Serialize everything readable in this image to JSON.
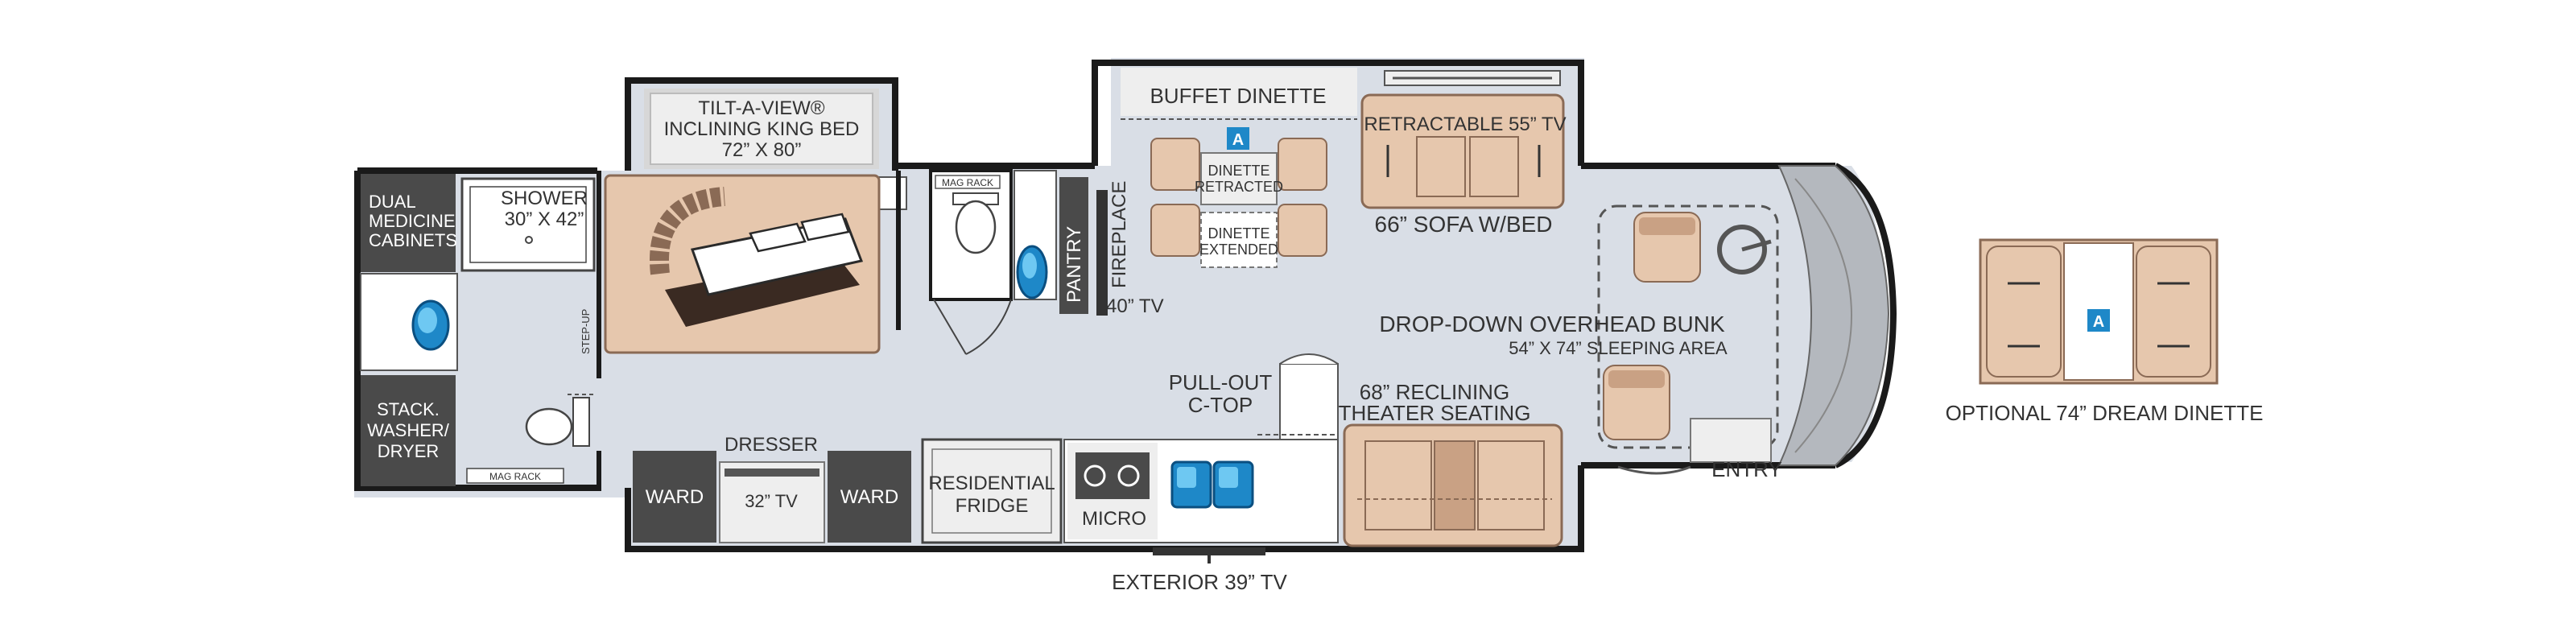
{
  "floorplan": {
    "colors": {
      "floor": "#d9dee6",
      "wall": "#1a1a1a",
      "cabinet": "#4a4a4a",
      "counter": "#eeeeee",
      "upholstery": "#e6c7ad",
      "upholstery_dark": "#c9a184",
      "accent_blue": "#1e88c8",
      "cab_gray": "#b4b8be"
    },
    "bath": {
      "medicine_cabinets": [
        "DUAL",
        "MEDICINE",
        "CABINETS"
      ],
      "shower": [
        "SHOWER",
        "30” X 42”"
      ],
      "washer": [
        "STACK.",
        "WASHER/",
        "DRYER"
      ],
      "mag_rack": "MAG RACK",
      "step_up": "STEP-UP"
    },
    "bedroom": {
      "bed": [
        "TILT-A-VIEW®",
        "INCLINING KING BED",
        "72” X 80”"
      ],
      "dresser": "DRESSER",
      "ward_left": "WARD",
      "ward_right": "WARD",
      "tv": "32” TV"
    },
    "half_bath": {
      "mag_rack": "MAG RACK",
      "pantry": "PANTRY"
    },
    "living": {
      "fireplace": "FIREPLACE",
      "tv40": "40” TV",
      "buffet_dinette": "BUFFET DINETTE",
      "badge": "A",
      "dinette_retracted": [
        "DINETTE",
        "RETRACTED"
      ],
      "dinette_extended": [
        "DINETTE",
        "EXTENDED"
      ],
      "retractable_tv": "RETRACTABLE 55” TV",
      "sofa": "66” SOFA W/BED",
      "bunk": [
        "DROP-DOWN OVERHEAD BUNK",
        "54” X 74” SLEEPING AREA"
      ],
      "theater": [
        "68” RECLINING",
        "THEATER SEATING"
      ],
      "ctop": [
        "PULL-OUT",
        "C-TOP"
      ],
      "entry": "ENTRY"
    },
    "kitchen": {
      "fridge": [
        "RESIDENTIAL",
        "FRIDGE"
      ],
      "micro": "MICRO",
      "exterior_tv": "EXTERIOR 39” TV"
    },
    "option": {
      "label": "OPTIONAL 74” DREAM DINETTE",
      "badge": "A"
    }
  }
}
